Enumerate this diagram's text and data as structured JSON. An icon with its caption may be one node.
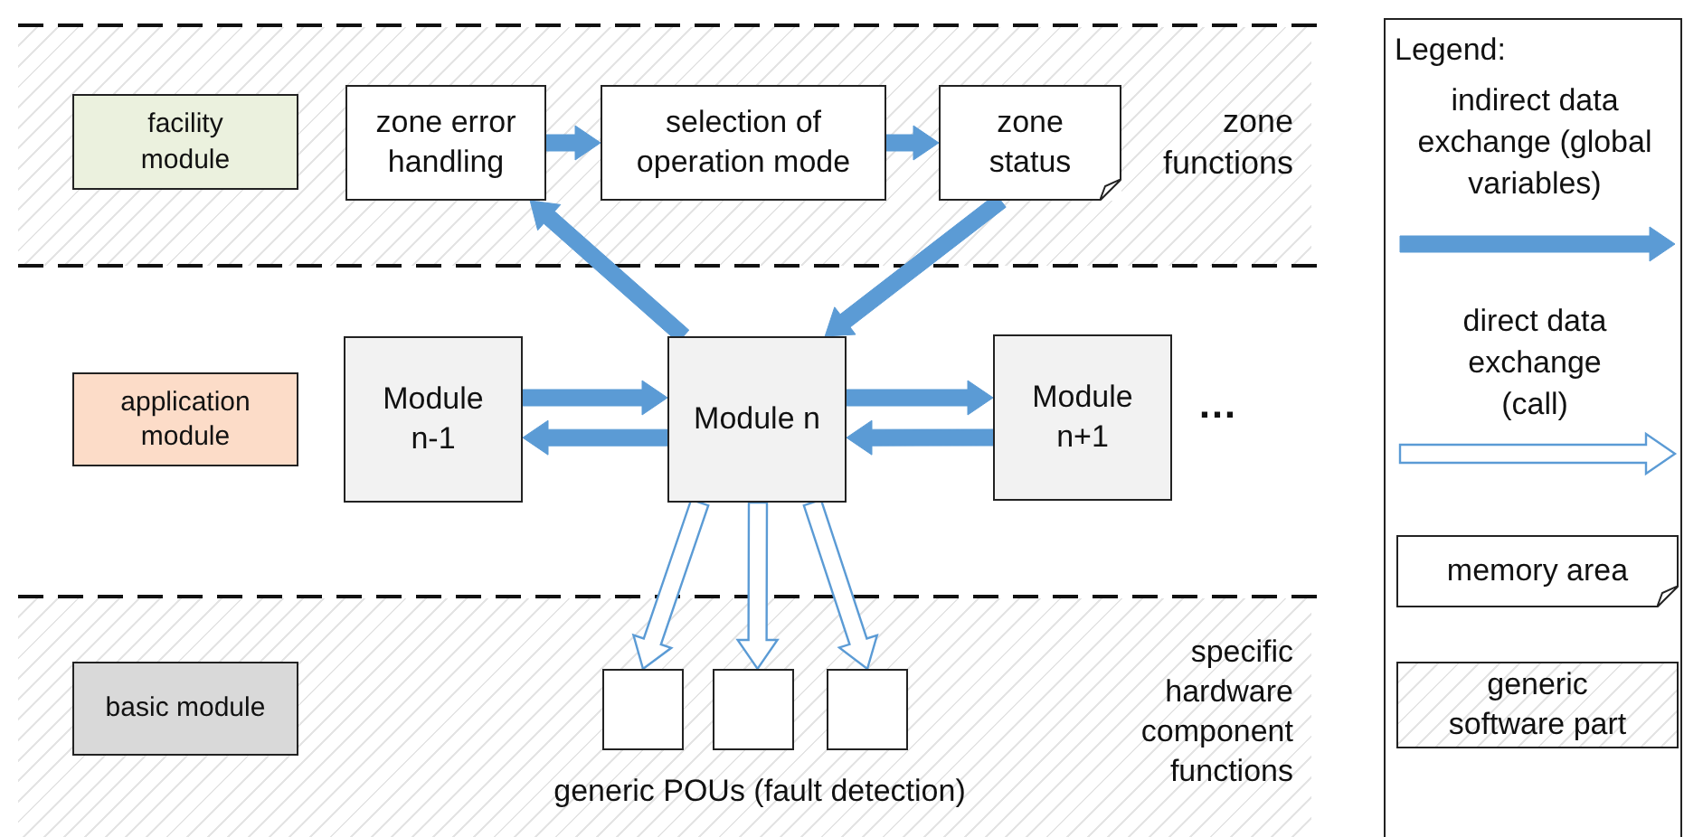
{
  "diagram": {
    "nodes": [
      {
        "text": [
          "facility module"
        ]
      },
      {
        "text": [
          "zone error handling"
        ]
      },
      {
        "text": [
          "selection of operation mode"
        ]
      },
      {
        "text": [
          "zone status"
        ]
      },
      {
        "text": [
          "application module"
        ]
      },
      {
        "text": [
          "Module n-1"
        ]
      },
      {
        "text": [
          "Module n"
        ]
      },
      {
        "text": [
          "Module n+1"
        ]
      },
      {
        "text": [
          "basic module"
        ]
      },
      {
        "text": [],
        "shape": "box"
      },
      {
        "text": [],
        "shape": "box"
      },
      {
        "text": [],
        "shape": "box"
      }
    ],
    "edges": [
      {
        "from": 1,
        "to": 2,
        "arrow": "to",
        "style": "thick"
      },
      {
        "from": 2,
        "to": 3,
        "arrow": "to",
        "style": "thick"
      },
      {
        "from": 6,
        "to": 1,
        "arrow": "to",
        "style": "thick"
      },
      {
        "from": 3,
        "to": 6,
        "arrow": "to",
        "style": "thick"
      },
      {
        "from": 5,
        "to": 6,
        "arrow": "to",
        "style": "thick"
      },
      {
        "from": 6,
        "to": 5,
        "arrow": "to",
        "style": "thick"
      },
      {
        "from": 6,
        "to": 7,
        "arrow": "to",
        "style": "thick"
      },
      {
        "from": 7,
        "to": 6,
        "arrow": "to",
        "style": "thick"
      },
      {
        "from": 6,
        "to": 9,
        "arrow": "to"
      },
      {
        "from": 6,
        "to": 10,
        "arrow": "to"
      },
      {
        "from": 6,
        "to": 11,
        "arrow": "to"
      }
    ],
    "labels": [
      "zone functions",
      "…",
      "specific hardware component functions",
      "generic POUs (fault detection)",
      "Legend:"
    ],
    "legend": [
      {
        "text": "indirect data exchange (global variables)"
      },
      {
        "text": "direct data exchange (call)"
      },
      {
        "text": "memory area"
      },
      {
        "text": "generic software part"
      }
    ]
  }
}
